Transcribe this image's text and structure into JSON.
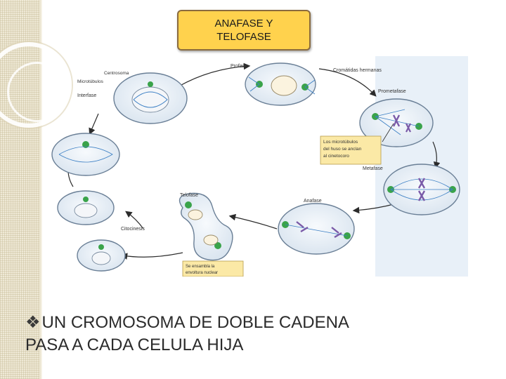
{
  "title": {
    "line1": "ANAFASE Y",
    "line2": "TELOFASE"
  },
  "diagram": {
    "labels": {
      "profase": "Profase",
      "cromatidas": "Cromátidas hermanas",
      "centrosoma": "Centrosoma",
      "microtubulos": "Microtúbulos",
      "interfase": "Interfase",
      "prometafase": "Prometafase",
      "note_line1": "Los microtúbulos",
      "note_line2": "del huso se anclan",
      "note_line3": "al cinetocoro",
      "metafase": "Metafase",
      "telofase": "Telofase",
      "anafase": "Anafase",
      "citocinesis": "Citocinesis",
      "bottom_line1": "Se ensambla la",
      "bottom_line2": "envoltura nuclear"
    }
  },
  "bullet": {
    "glyph": "❖",
    "line1": "UN CROMOSOMA DE DOBLE CADENA",
    "line2": "PASA  A CADA CELULA HIJA"
  },
  "colors": {
    "title_bg": "#ffd24d",
    "title_border": "#8a6b3e",
    "cell_fill": "#eef3f8",
    "spindle": "#3b7fc4",
    "centrosome": "#3aa34a",
    "chromosome": "#7a5aa8",
    "note_bg": "#fbe9a6"
  }
}
